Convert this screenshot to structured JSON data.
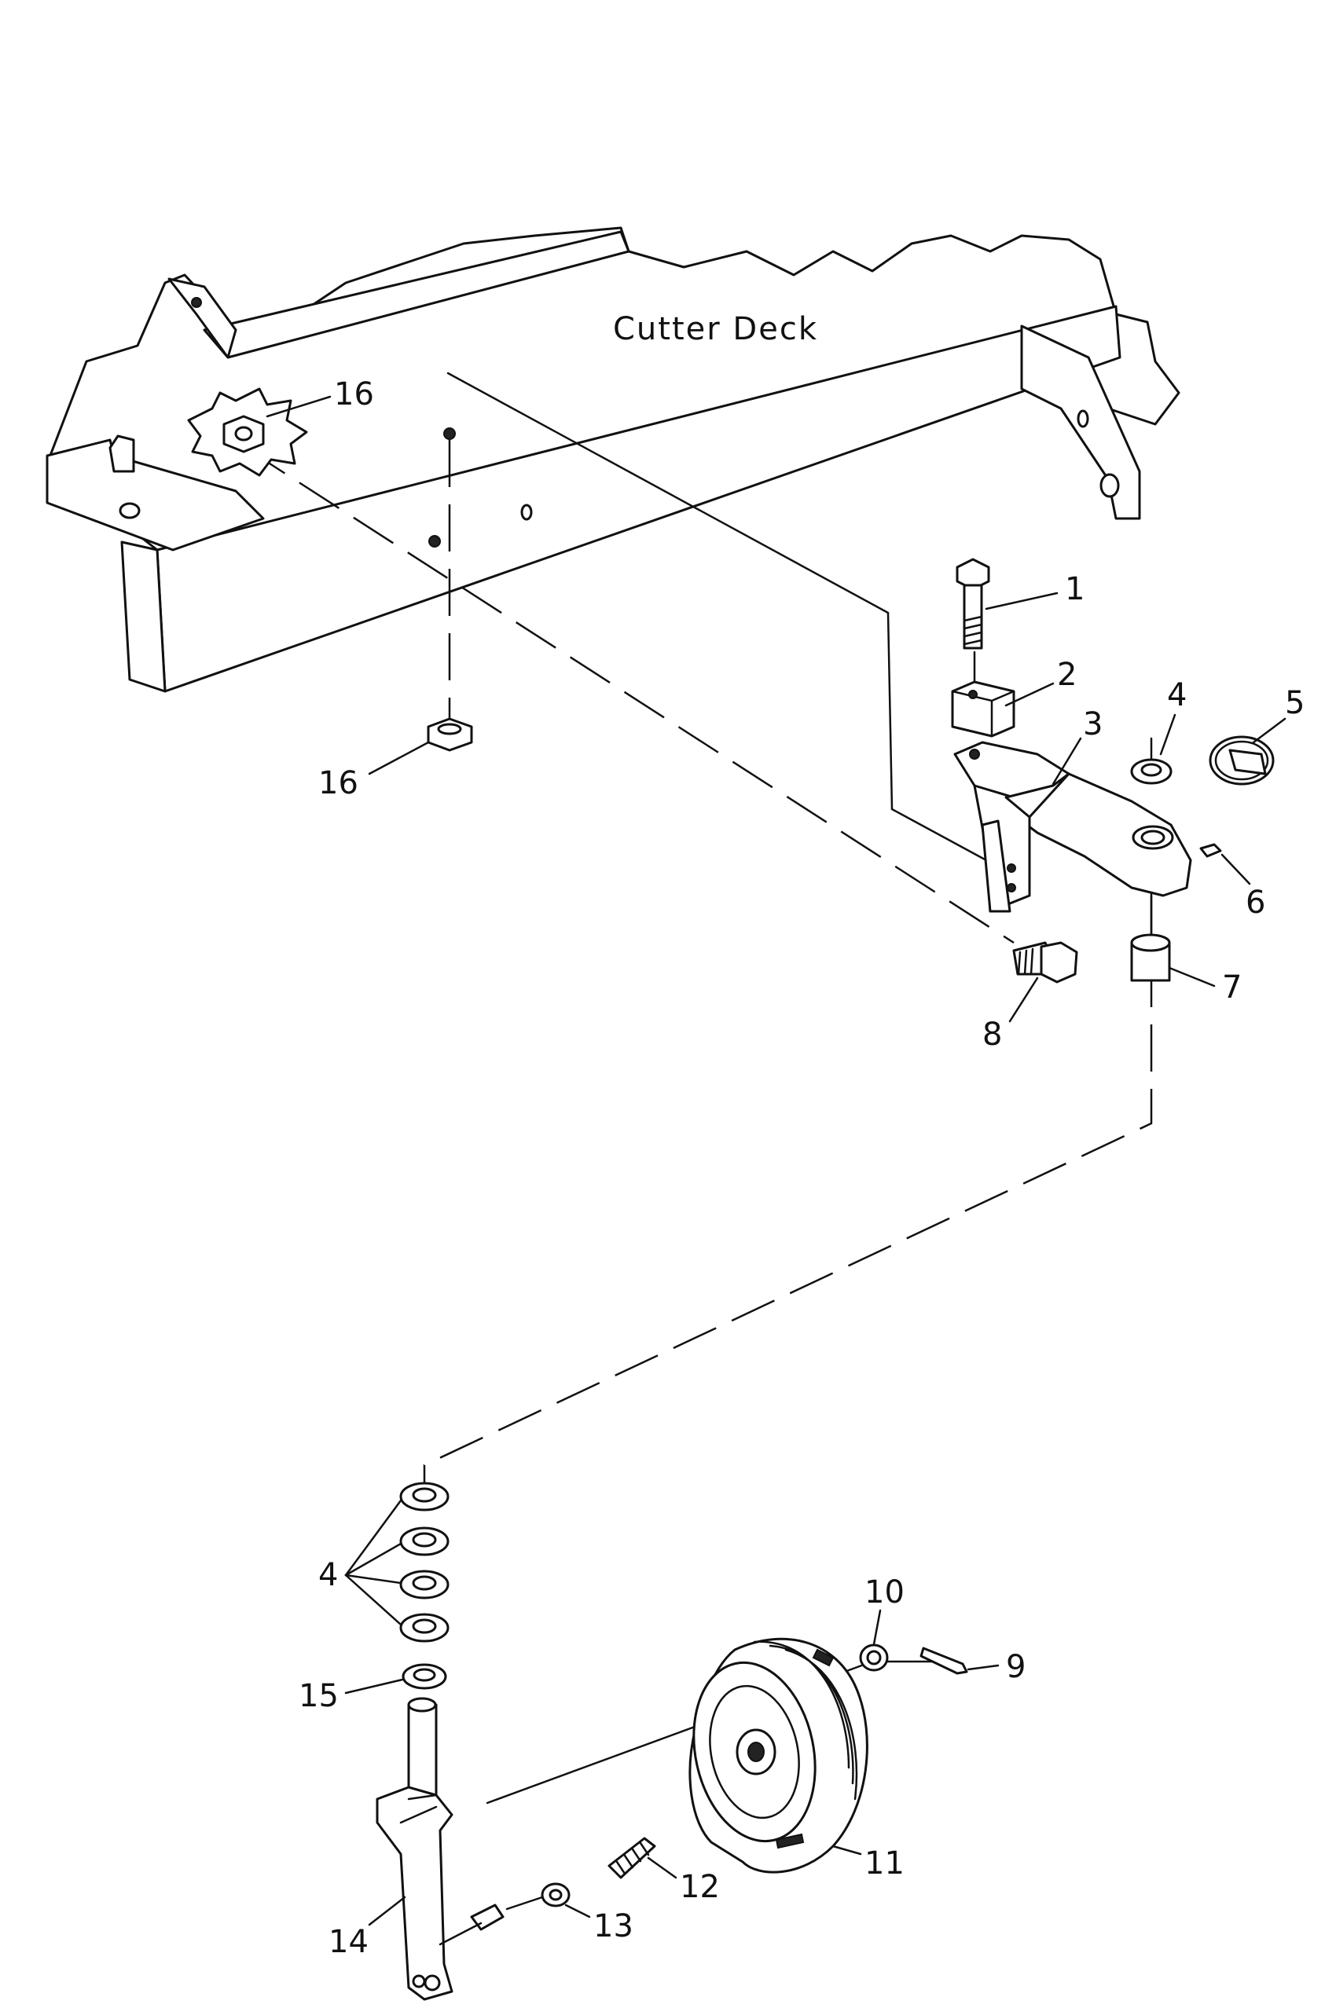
{
  "diagram": {
    "deck_label": "Cutter Deck",
    "callouts": {
      "c1": "1",
      "c2": "2",
      "c3": "3",
      "c4_upper": "4",
      "c5": "5",
      "c6": "6",
      "c7": "7",
      "c8": "8",
      "c9": "9",
      "c10": "10",
      "c11": "11",
      "c12": "12",
      "c13": "13",
      "c14": "14",
      "c15": "15",
      "c16_top": "16",
      "c16_left": "16",
      "c4_lower": "4"
    }
  }
}
